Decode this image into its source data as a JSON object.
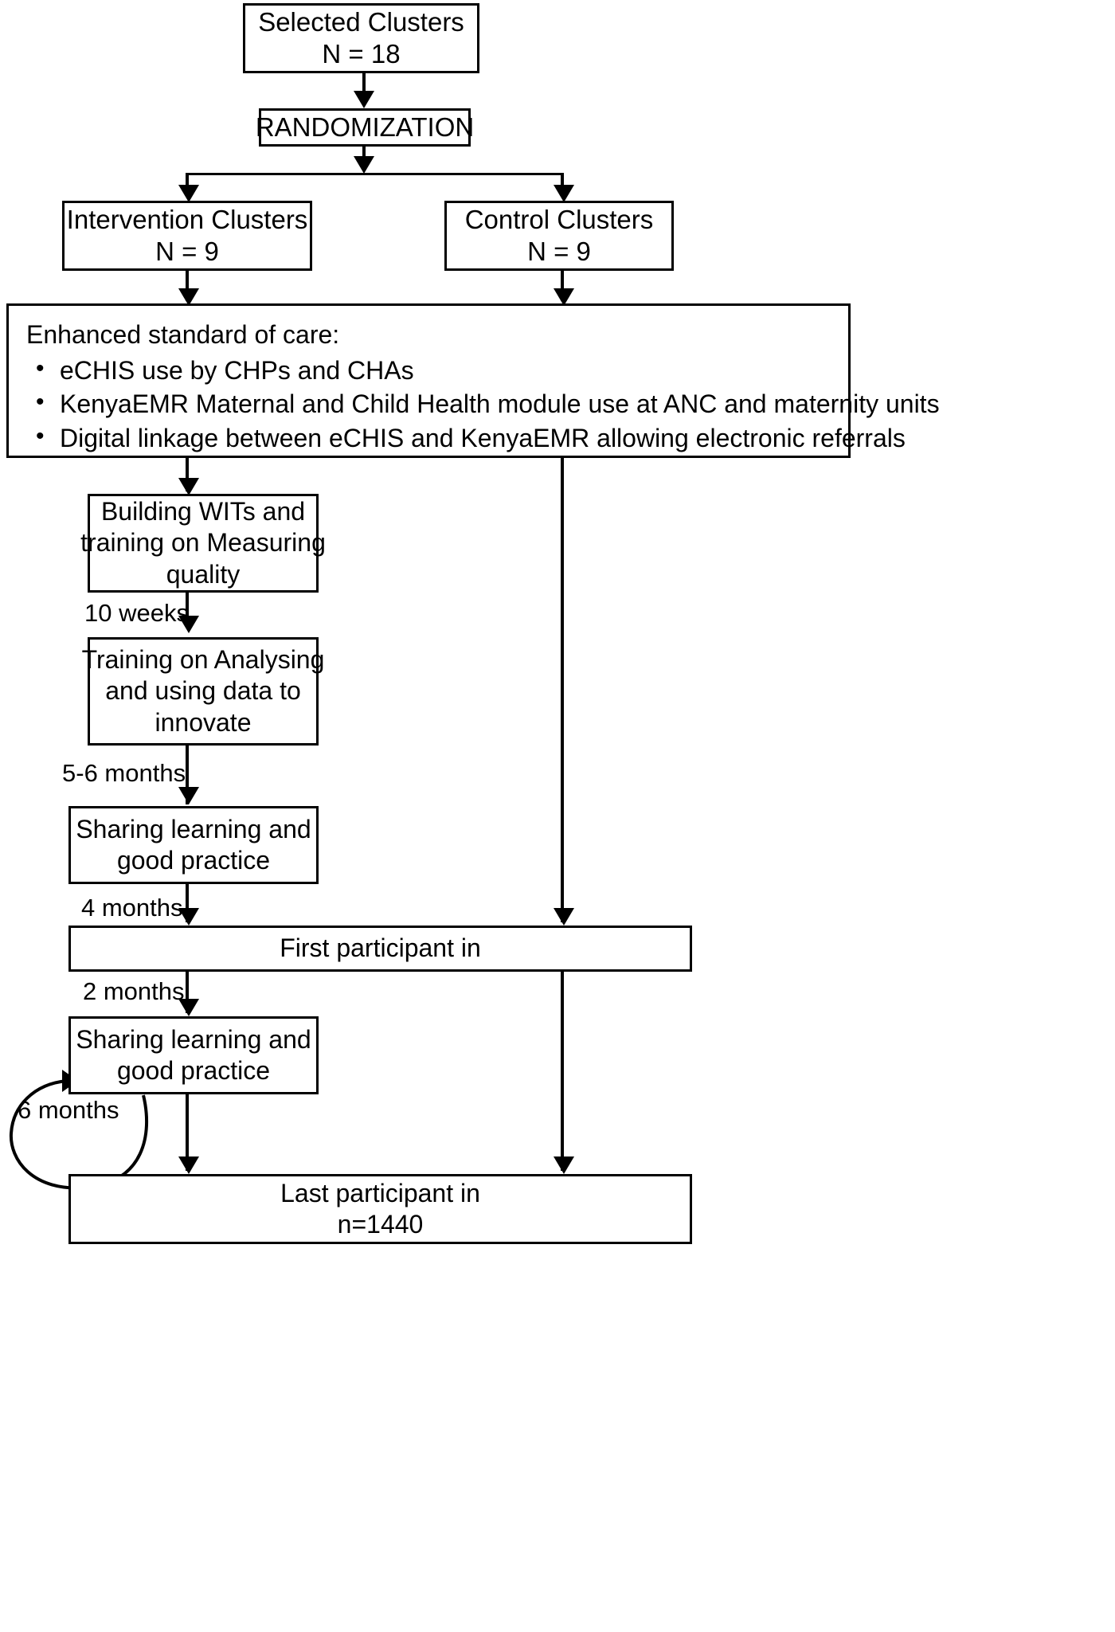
{
  "diagram": {
    "title": "Cluster randomised trial participant flow",
    "nodes": {
      "selected_clusters": {
        "line1": "Selected Clusters",
        "line2": "N = 18"
      },
      "randomization": {
        "line1": "RANDOMIZATION"
      },
      "intervention_clusters": {
        "line1": "Intervention Clusters",
        "line2": "N = 9"
      },
      "control_clusters": {
        "line1": "Control Clusters",
        "line2": "N = 9"
      },
      "enhanced_care": {
        "heading": "Enhanced standard of care:",
        "bullets": [
          "eCHIS use by CHPs and CHAs",
          "KenyaEMR Maternal and Child Health module use at ANC and maternity units",
          "Digital linkage between eCHIS and KenyaEMR allowing electronic referrals"
        ]
      },
      "building_wits": {
        "line1": "Building WITs and",
        "line2": "training on Measuring",
        "line3": "quality"
      },
      "training_analysing": {
        "line1": "Training on Analysing",
        "line2": "and using data to",
        "line3": "innovate"
      },
      "sharing_learning_1": {
        "line1": "Sharing learning and",
        "line2": "good practice"
      },
      "first_participant": {
        "line1": "First participant in"
      },
      "sharing_learning_2": {
        "line1": "Sharing learning and",
        "line2": "good practice"
      },
      "last_participant": {
        "line1": "Last participant in",
        "line2": "n=1440"
      }
    },
    "edge_labels": {
      "wits_to_training": "10 weeks",
      "training_to_sharing": "5-6 months",
      "sharing_to_first": "4 months",
      "first_to_sharing2": "2 months",
      "loop_back": "6 months"
    },
    "colors": {
      "stroke": "#000000",
      "fill": "#ffffff",
      "text": "#000000"
    }
  }
}
